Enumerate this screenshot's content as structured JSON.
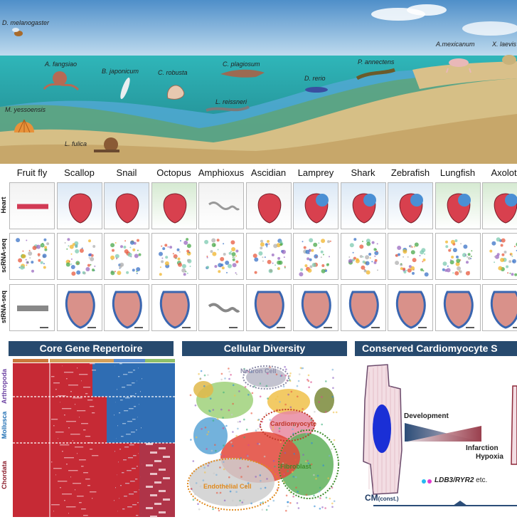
{
  "scene": {
    "species": [
      {
        "name": "D. melanogaster"
      },
      {
        "name": "A. fangsiao"
      },
      {
        "name": "B. japonicum"
      },
      {
        "name": "C. robusta"
      },
      {
        "name": "C. plagiosum"
      },
      {
        "name": "L. reissneri"
      },
      {
        "name": "D. rerio"
      },
      {
        "name": "P. annectens"
      },
      {
        "name": "A.mexicanum"
      },
      {
        "name": "X. laevis"
      },
      {
        "name": "M. yessoensis"
      },
      {
        "name": "L. fulica"
      }
    ]
  },
  "grid": {
    "columns": [
      "Fruit fly",
      "Scallop",
      "Snail",
      "Octopus",
      "Amphioxus",
      "Ascidian",
      "Lamprey",
      "Shark",
      "Zebrafish",
      "Lungfish",
      "Axolotl"
    ],
    "rows": [
      "Heart",
      "scRNA-seq",
      "stRNA-seq"
    ]
  },
  "panels": {
    "core": {
      "title": "Core Gene Repertoire",
      "groups": [
        "Arthropoda",
        "Mollusca",
        "Chordata"
      ],
      "colors": {
        "red": "#c62a35",
        "blue": "#2f6db3",
        "arthropoda": "#6a3fa0",
        "mollusca": "#1f6fb4",
        "chordata": "#8a1c2b"
      }
    },
    "diversity": {
      "title": "Cellular Diversity",
      "clusters": [
        "Neuron Cell",
        "Cardiomyocyte",
        "Fibroblast",
        "Endothelial Cell"
      ],
      "colors": {
        "neuron": "#8a8aa8",
        "cardio": "#c0392b",
        "fibro": "#3d8b2a",
        "endo": "#e08a1e"
      }
    },
    "conserved": {
      "title": "Conserved Cardiomyocyte S",
      "development": "Development",
      "infarction": "Infarction",
      "hypoxia": "Hypoxia",
      "genes": "LDB3/RYR2",
      "genes_suffix": " etc.",
      "cm_main": "CM",
      "cm_sub": "(const.)"
    }
  }
}
